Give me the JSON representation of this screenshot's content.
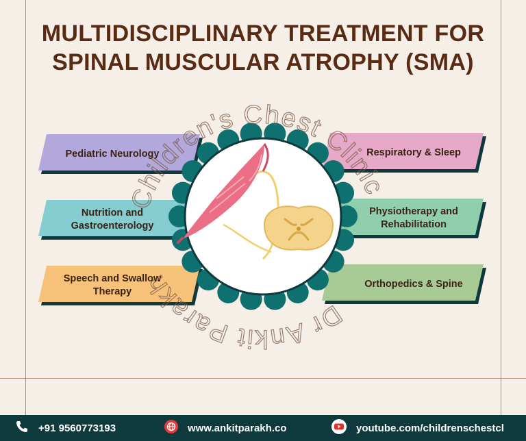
{
  "title": {
    "line1": "MULTIDISCIPLINARY TREATMENT FOR",
    "line2": "SPINAL MUSCULAR ATROPHY (SMA)"
  },
  "specialties": {
    "left": [
      {
        "label": "Pediatric Neurology",
        "color": "#b3a8dc"
      },
      {
        "label": "Nutrition and Gastroenterology",
        "color": "#86cdd1"
      },
      {
        "label": "Speech and Swallow Therapy",
        "color": "#f6c27a"
      }
    ],
    "right": [
      {
        "label": "Respiratory & Sleep",
        "color": "#e6a9c7"
      },
      {
        "label": "Physiotherapy and Rehabilitation",
        "color": "#8fcfae"
      },
      {
        "label": "Orthopedics & Spine",
        "color": "#a8cb96"
      }
    ]
  },
  "watermark": {
    "clinic": "Children's Chest Clinic",
    "doctor": "Dr Ankit Parakh"
  },
  "footer": {
    "phone": "+91 9560773193",
    "website": "www.ankitparakh.co",
    "youtube": "youtube.com/childrenschestcl"
  },
  "colors": {
    "title": "#5a2b14",
    "band_shadow": "#0e3a3e",
    "footer_bg": "#0e3a3e",
    "ring": "#0f7070",
    "muscle": "#ea6f86",
    "spine": "#f3d48a"
  },
  "icons": {
    "phone": "phone-icon",
    "website": "globe-icon",
    "youtube": "youtube-icon",
    "center": "muscle-spinal-cord-illustration"
  }
}
